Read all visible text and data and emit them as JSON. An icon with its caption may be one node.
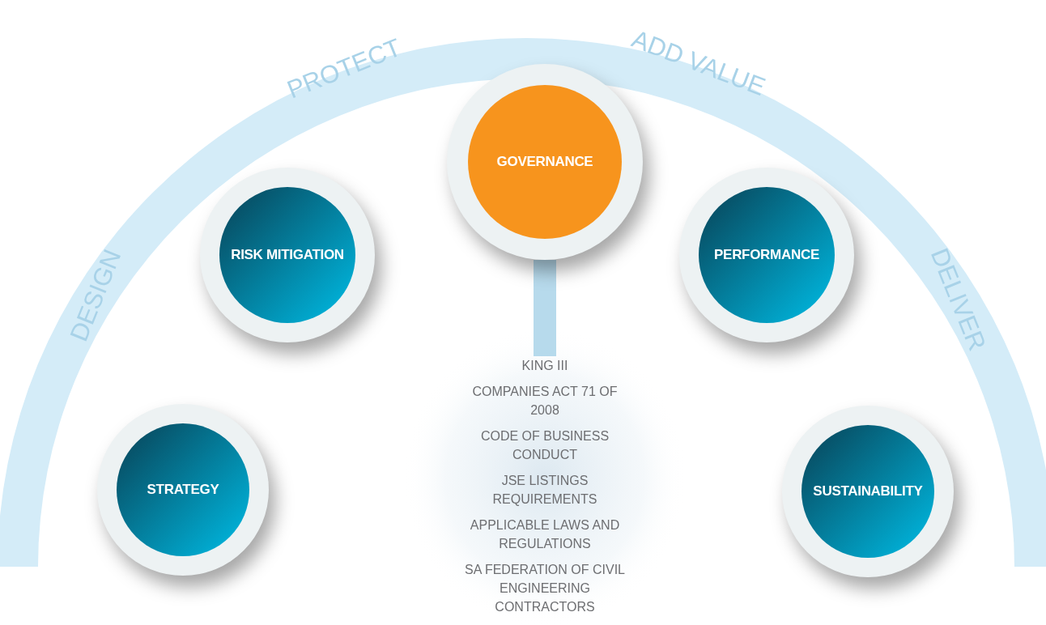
{
  "diagram": {
    "nodes": [
      {
        "text": [
          "STRATEGY"
        ]
      },
      {
        "text": [
          "RISK MITIGATION"
        ]
      },
      {
        "text": [
          "GOVERNANCE"
        ]
      },
      {
        "text": [
          "PERFORMANCE"
        ]
      },
      {
        "text": [
          "SUSTAINABILITY"
        ]
      },
      {
        "text": [
          "KING III",
          "COMPANIES ACT 71 OF 2008",
          "CODE OF BUSINESS CONDUCT",
          "JSE LISTINGS REQUIREMENTS",
          "APPLICABLE LAWS AND REGULATIONS",
          "SA FEDERATION OF CIVIL ENGINEERING CONTRACTORS"
        ]
      }
    ],
    "edges": [
      {
        "from": 2,
        "to": 5,
        "arrow": "none"
      }
    ],
    "labels": [
      "PROTECT",
      "ADD VALUE",
      "DESIGN",
      "DELIVER"
    ]
  }
}
